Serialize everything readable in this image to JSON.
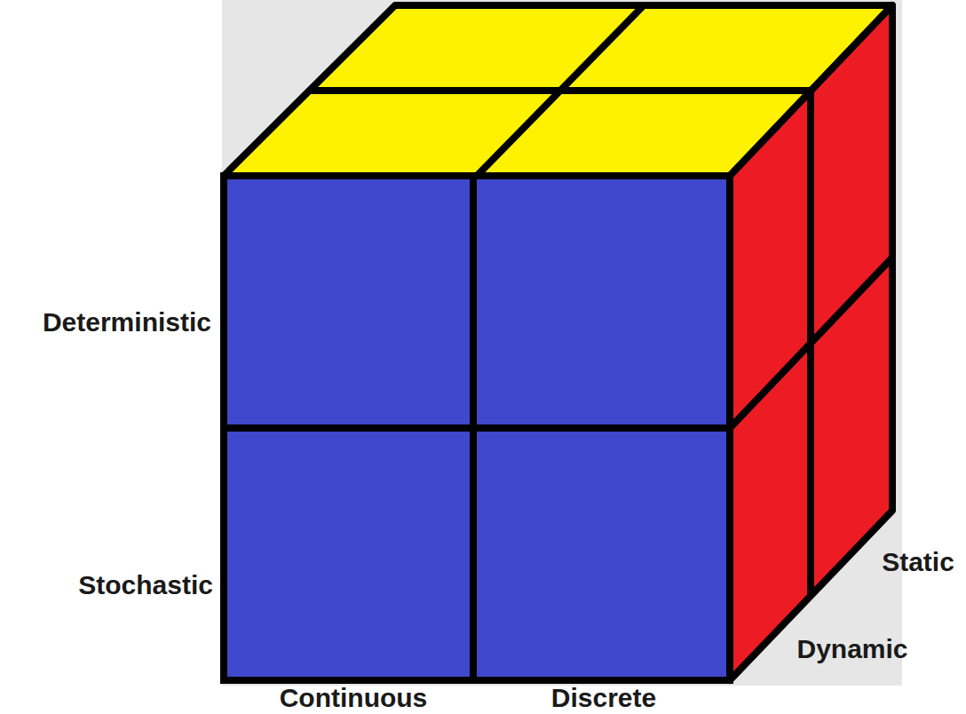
{
  "diagram": {
    "labels": [
      "Deterministic",
      "Stochastic",
      "Static",
      "Dynamic",
      "Continuous",
      "Discrete"
    ]
  }
}
